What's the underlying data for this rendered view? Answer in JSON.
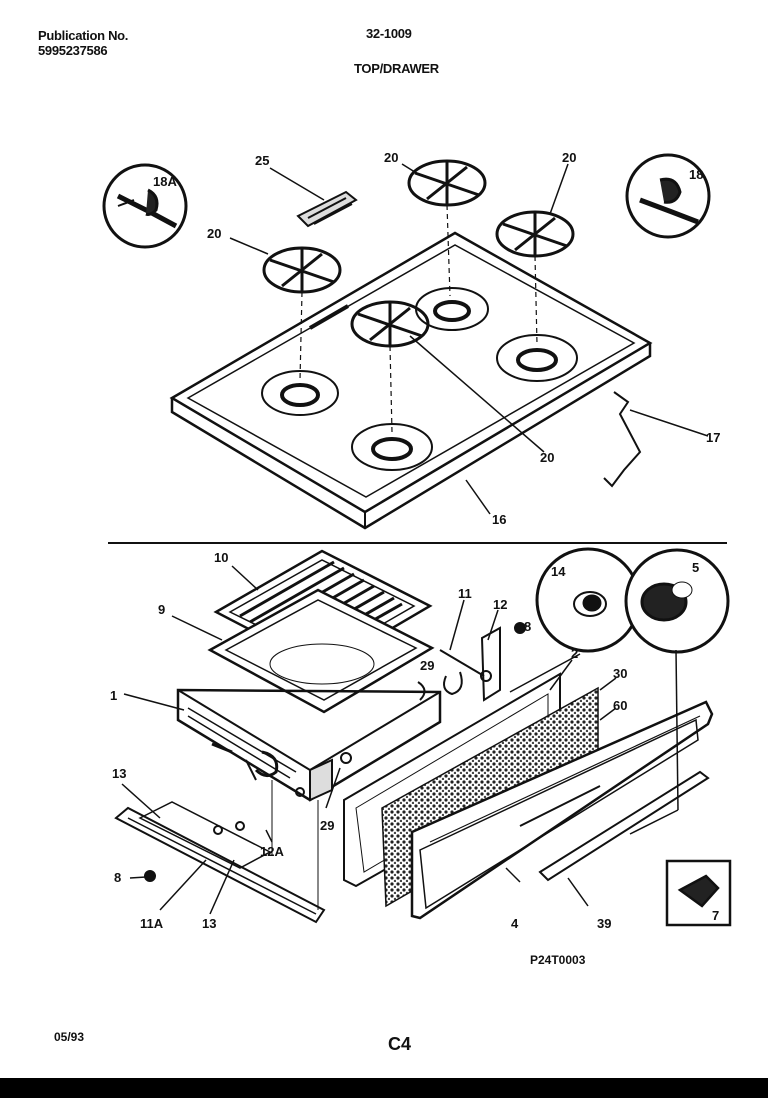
{
  "header": {
    "publication_label": "Publication No.",
    "publication_number": "5995237586",
    "model": "32-1009",
    "section": "TOP/DRAWER"
  },
  "callouts": {
    "c18A": "18A",
    "c25": "25",
    "c20a": "20",
    "c20b": "20",
    "c20c": "20",
    "c20d": "20",
    "c18": "18",
    "c17": "17",
    "c16": "16",
    "c10": "10",
    "c9": "9",
    "c1": "1",
    "c11": "11",
    "c12": "12",
    "c8a": "8",
    "c14": "14",
    "c5": "5",
    "c2": "2",
    "c30": "30",
    "c60": "60",
    "c29a": "29",
    "c29b": "29",
    "c13a": "13",
    "c12A": "12A",
    "c8b": "8",
    "c11A": "11A",
    "c13b": "13",
    "c4": "4",
    "c39": "39",
    "c7": "7"
  },
  "drawing_code": "P24T0003",
  "footer": {
    "date": "05/93",
    "page": "C4"
  }
}
